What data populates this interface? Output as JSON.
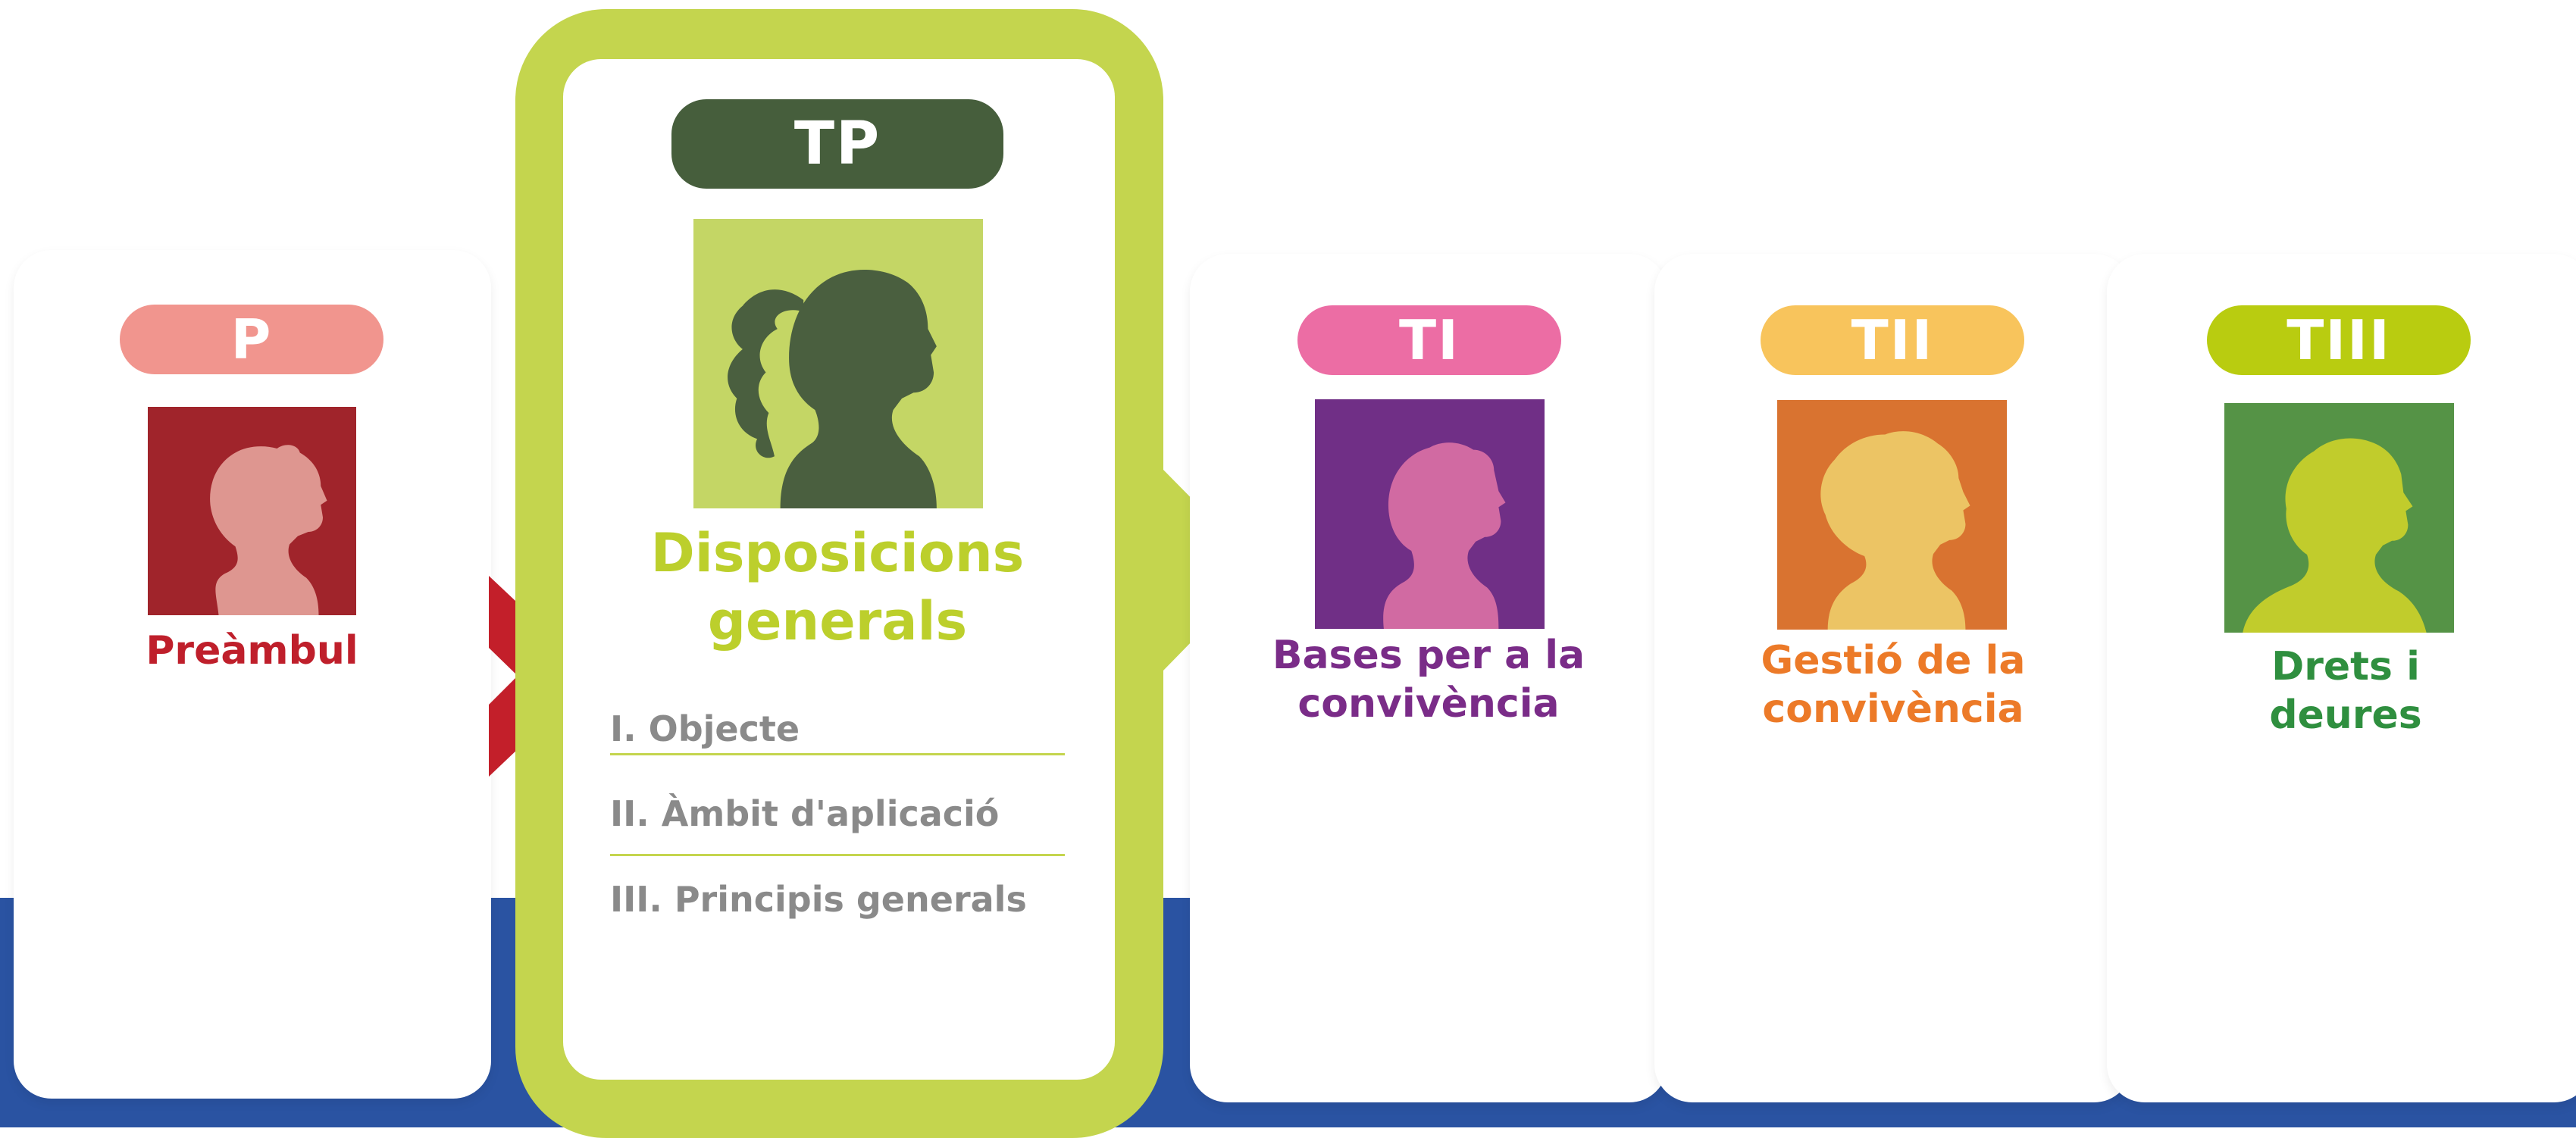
{
  "colors": {
    "band": "#2a53a2",
    "highlight_frame": "#c4d54e"
  },
  "steps": [
    {
      "badge": "P",
      "title": "Preàmbul",
      "badge_color": "#f1958e",
      "portrait_bg": "#a0242b",
      "silhouette_color": "#de9690",
      "title_color": "#bf1f2b",
      "silhouette": "boy-silhouette-icon"
    },
    {
      "badge": "TP",
      "title_line1": "Disposicions",
      "title_line2": "generals",
      "badge_color": "#465e3c",
      "portrait_bg": "#c4d665",
      "silhouette_color": "#4a5f3f",
      "title_color": "#bccf2c",
      "silhouette": "girl-ponytail-silhouette-icon",
      "sections": [
        "I. Objecte",
        "II. Àmbit d'aplicació",
        "III. Principis generals"
      ]
    },
    {
      "badge": "TI",
      "title_line1": "Bases per a la",
      "title_line2": "convivència",
      "badge_color": "#ec6da4",
      "portrait_bg": "#702f86",
      "silhouette_color": "#d16aa2",
      "title_color": "#7a2c88",
      "silhouette": "child-silhouette-icon"
    },
    {
      "badge": "TII",
      "title_line1": "Gestió de la",
      "title_line2": "convivència",
      "badge_color": "#f8c45c",
      "portrait_bg": "#d97330",
      "silhouette_color": "#ecc464",
      "title_color": "#ec7a28",
      "silhouette": "curly-hair-silhouette-icon"
    },
    {
      "badge": "TIII",
      "title_line1": "Drets i",
      "title_line2": "deures",
      "badge_color": "#b9cc10",
      "portrait_bg": "#559346",
      "silhouette_color": "#c1cc2c",
      "title_color": "#2f8f3f",
      "silhouette": "curly-boy-silhouette-icon"
    }
  ],
  "arrows": [
    {
      "color": "#c31f2a",
      "icon": "chevron-right-icon"
    },
    {
      "color": "#c4d54e",
      "icon": "chevron-right-icon"
    },
    {
      "color": "#7a2c88",
      "icon": "chevron-right-icon"
    },
    {
      "color": "#ec7a28",
      "icon": "chevron-right-icon"
    }
  ]
}
